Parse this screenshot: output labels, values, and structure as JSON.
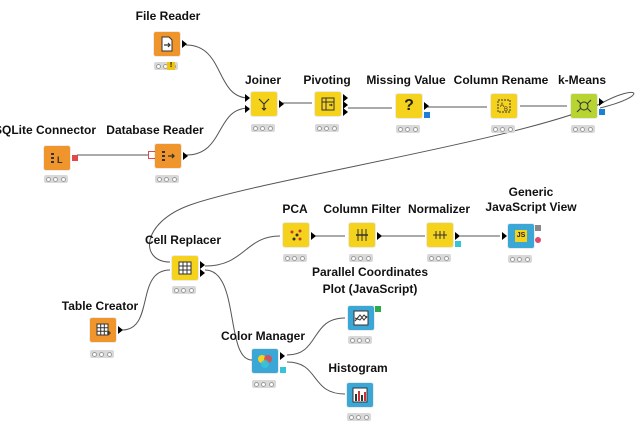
{
  "app": "Workflow editor",
  "nodes": {
    "file_reader": "File Reader",
    "joiner": "Joiner",
    "pivoting": "Pivoting",
    "missing_value": "Missing Value",
    "column_rename": "Column Rename",
    "k_means": "k-Means",
    "sqlite_connector": "SQLite Connector",
    "database_reader": "Database Reader",
    "pca": "PCA",
    "column_filter": "Column Filter",
    "normalizer": "Normalizer",
    "generic_js_view_line1": "Generic",
    "generic_js_view_line2": "JavaScript View",
    "cell_replacer": "Cell Replacer",
    "parallel_coords_line1": "Parallel Coordinates",
    "parallel_coords_line2": "Plot (JavaScript)",
    "table_creator": "Table Creator",
    "color_manager": "Color Manager",
    "histogram": "Histogram"
  },
  "icon_glyphs": {
    "missing_value": "?",
    "generic_js_view": "JS",
    "file_reader_warning": "!"
  },
  "colors": {
    "source": "#f0952b",
    "manipulator": "#f5d31c",
    "learner": "#b7d430",
    "view": "#3ba7d6",
    "status_bg": "#d9d9d9",
    "sqlite_port": "#e04a4a",
    "model_port": "#1d7fd6",
    "color_port": "#36c4d9"
  }
}
